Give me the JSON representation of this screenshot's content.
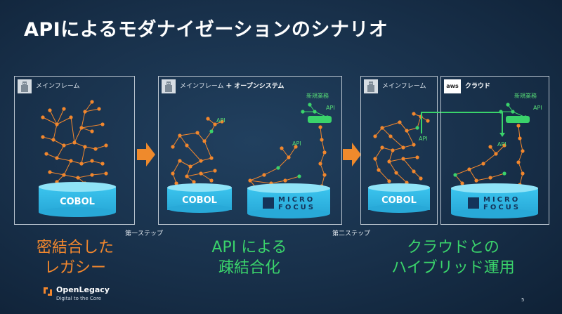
{
  "title": "APIによるモダナイゼーションのシナリオ",
  "box1": {
    "label": "メインフレーム",
    "db": "COBOL"
  },
  "box2": {
    "label_main": "メインフレーム",
    "label_plus": "＋",
    "label_bold": "オープンシステム",
    "db": "COBOL",
    "api1": "API",
    "api2": "API",
    "api3": "API",
    "newbiz": "新規業務",
    "microfocus": "MICRO FOCUS"
  },
  "box3": {
    "label": "メインフレーム",
    "db": "COBOL",
    "api": "API"
  },
  "box4": {
    "label": "クラウド",
    "aws": "aws",
    "api1": "API",
    "api2": "API",
    "newbiz": "新規業務",
    "microfocus": "MICRO FOCUS"
  },
  "steps": {
    "first": "第一ステップ",
    "second": "第二ステップ"
  },
  "captions": {
    "c1_line1": "密結合した",
    "c1_line2": "レガシー",
    "c2_line1": "API による",
    "c2_line2": "疎結合化",
    "c3_line1": "クラウドとの",
    "c3_line2": "ハイブリッド運用"
  },
  "colors": {
    "orange": "#f2872d",
    "green": "#3ad36b",
    "cyan": "#3bc4ee"
  },
  "footer": {
    "brand": "OpenLegacy",
    "tagline": "Digital to the Core",
    "page": "5"
  }
}
